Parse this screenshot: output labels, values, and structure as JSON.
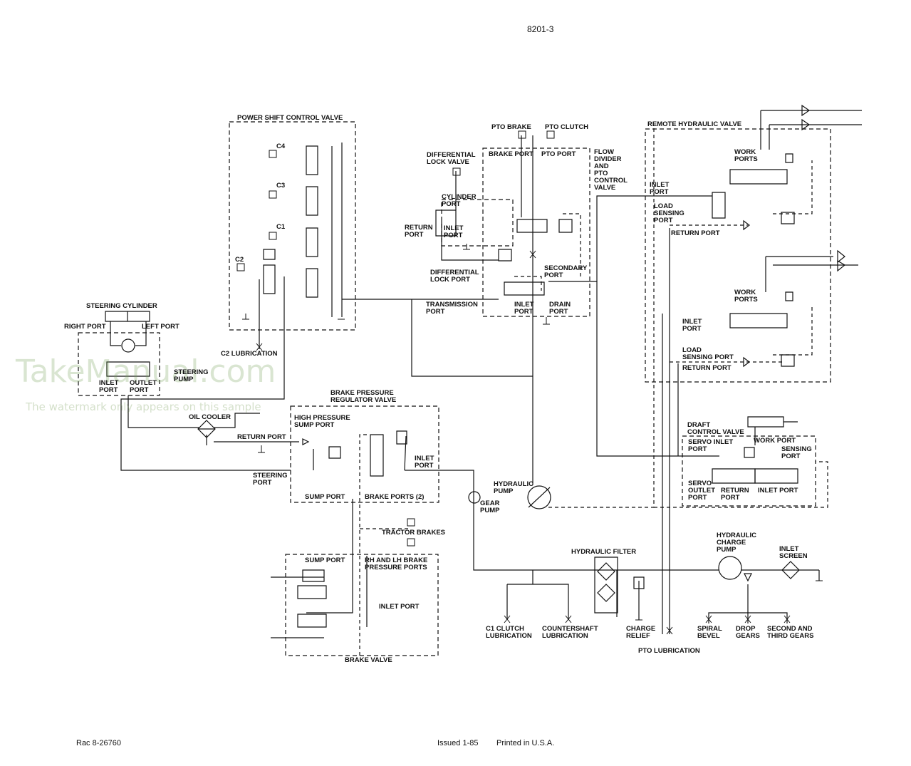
{
  "page": {
    "doc_number": "8201-3",
    "footer_left": "Rac 8-26760",
    "footer_issued": "Issued 1-85",
    "footer_printed": "Printed in U.S.A."
  },
  "watermark": {
    "line1": "TakeManual.com",
    "line2": "The watermark only appears on this sample"
  },
  "labels": {
    "power_shift_control_valve": "POWER SHIFT CONTROL VALVE",
    "c4": "C4",
    "c3": "C3",
    "c1": "C1",
    "c2": "C2",
    "c2_lubrication": "C2 LUBRICATION",
    "steering_cylinder": "STEERING CYLINDER",
    "right_port": "RIGHT PORT",
    "left_port": "LEFT PORT",
    "steering_pump": "STEERING\nPUMP",
    "inlet_port_steer": "INLET\nPORT",
    "outlet_port_steer": "OUTLET\nPORT",
    "oil_cooler": "OIL COOLER",
    "pto_brake": "PTO BRAKE",
    "pto_clutch": "PTO CLUTCH",
    "differential_lock_valve": "DIFFERENTIAL\nLOCK VALVE",
    "brake_port": "BRAKE PORT",
    "pto_port": "PTO PORT",
    "flow_divider": "FLOW\nDIVIDER\nAND\nPTO\nCONTROL\nVALVE",
    "cylinder_port": "CYLINDER\nPORT",
    "return_port_dl": "RETURN\nPORT",
    "inlet_port_dl": "INLET\nPORT",
    "differential_lock_port": "DIFFERENTIAL\nLOCK PORT",
    "secondary_port": "SECONDARY\nPORT",
    "transmission_port": "TRANSMISSION\nPORT",
    "inlet_port_fd": "INLET\nPORT",
    "drain_port": "DRAIN\nPORT",
    "remote_hydraulic_valve": "REMOTE HYDRAULIC VALVE",
    "work_ports_1": "WORK\nPORTS",
    "inlet_port_rh1": "INLET\nPORT",
    "load_sensing_port_1": "LOAD\nSENSING\nPORT",
    "return_port_rh1": "RETURN PORT",
    "work_ports_2": "WORK\nPORTS",
    "inlet_port_rh2": "INLET\nPORT",
    "load_sensing_port_2": "LOAD\nSENSING PORT",
    "return_port_rh2": "RETURN PORT",
    "brake_pressure_regulator_valve": "BRAKE PRESSURE\nREGULATOR VALVE",
    "high_pressure_sump_port": "HIGH PRESSURE\nSUMP PORT",
    "return_port_bp": "RETURN PORT",
    "steering_port": "STEERING\nPORT",
    "inlet_port_bp": "INLET\nPORT",
    "sump_port_bp": "SUMP PORT",
    "brake_ports_2": "BRAKE PORTS (2)",
    "tractor_brakes": "TRACTOR BRAKES",
    "sump_port_bv": "SUMP PORT",
    "rh_lh_brake": "RH AND LH BRAKE\nPRESSURE PORTS",
    "inlet_port_bv": "INLET PORT",
    "brake_valve": "BRAKE VALVE",
    "hydraulic_pump": "HYDRAULIC\nPUMP",
    "gear_pump": "GEAR\nPUMP",
    "draft_control_valve": "DRAFT\nCONTROL VALVE",
    "servo_inlet_port": "SERVO INLET\nPORT",
    "work_port_dc": "WORK PORT",
    "sensing_port": "SENSING\nPORT",
    "servo_outlet_port": "SERVO\nOUTLET\nPORT",
    "return_port_dc": "RETURN\nPORT",
    "inlet_port_dc": "INLET PORT",
    "hydraulic_filter": "HYDRAULIC FILTER",
    "hydraulic_charge_pump": "HYDRAULIC\nCHARGE\nPUMP",
    "inlet_screen": "INLET\nSCREEN",
    "c1_clutch_lubrication": "C1 CLUTCH\nLUBRICATION",
    "countershaft_lubrication": "COUNTERSHAFT\nLUBRICATION",
    "charge_relief": "CHARGE\nRELIEF",
    "pto_lubrication": "PTO LUBRICATION",
    "spiral_bevel": "SPIRAL\nBEVEL",
    "drop_gears": "DROP\nGEARS",
    "second_third_gears": "SECOND AND\nTHIRD GEARS"
  }
}
